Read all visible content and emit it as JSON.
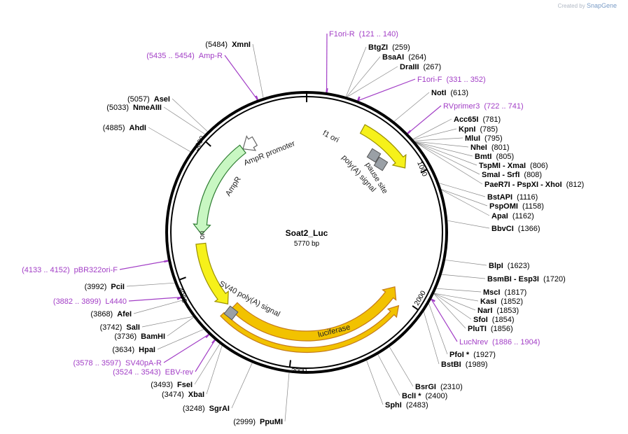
{
  "credit": {
    "prefix": "Created by",
    "brand": "SnapGene"
  },
  "plasmid": {
    "name": "Soat2_Luc",
    "size_label": "5770 bp",
    "total_bp": 5770
  },
  "colors": {
    "backbone": "#000000",
    "yellow": "#f6f11a",
    "green_light": "#c8f7c2",
    "green_edge": "#2e7d32",
    "orange": "#f2c200",
    "orange_edge": "#c47a1a",
    "terminator": "#9aa0a6",
    "primer": "#a23ec6",
    "leader": "#888888",
    "site_text": "#000000"
  },
  "ticks": [
    {
      "bp": 1000,
      "label": "1000"
    },
    {
      "bp": 2000,
      "label": "2000"
    },
    {
      "bp": 3000,
      "label": "3000"
    },
    {
      "bp": 4000,
      "label": "4000"
    },
    {
      "bp": 5000,
      "label": "5000"
    }
  ],
  "features": [
    {
      "id": "f1-ori",
      "label": "f1 ori",
      "start": 455,
      "end": 910,
      "ring": "outer",
      "color": "yellow",
      "direction": "cw"
    },
    {
      "id": "amp-promoter",
      "label": "AmpR promoter",
      "start": 5172,
      "end": 5295,
      "ring": "inner",
      "color": "white",
      "direction": "ccw"
    },
    {
      "id": "ampr",
      "label": "AmpR",
      "start": 4310,
      "end": 5170,
      "ring": "inner",
      "color": "green",
      "direction": "ccw"
    },
    {
      "id": "ori",
      "label": "ori",
      "start": 3650,
      "end": 4230,
      "ring": "inner",
      "color": "yellow",
      "direction": "ccw"
    },
    {
      "id": "luciferase",
      "label": "luciferase",
      "start": 1950,
      "end": 3600,
      "ring": "inner",
      "color": "orange",
      "direction": "ccw"
    },
    {
      "id": "lucnrev-arrow",
      "label": "",
      "start": 2060,
      "end": 3620,
      "ring": "outer",
      "color": "orange",
      "direction": "ccw"
    }
  ],
  "terminators": [
    {
      "id": "pause-site",
      "label": "pause site",
      "bp": 1100
    },
    {
      "id": "poly-a",
      "label": "poly(A) signal",
      "bp": 1250
    },
    {
      "id": "sv40-poly-a",
      "label": "SV40 poly(A) signal",
      "bp": 3450
    }
  ],
  "sites": [
    {
      "name": "XmnI",
      "pos": "(5484)",
      "primer": false,
      "bp": 5484
    },
    {
      "name": "Amp-R",
      "pos": "(5435 .. 5454)",
      "primer": true,
      "bp": 5444
    },
    {
      "name": "F1ori-R",
      "pos": "(121 .. 140)",
      "primer": true,
      "bp": 130
    },
    {
      "name": "BtgZI",
      "pos": "(259)",
      "primer": false,
      "bp": 259
    },
    {
      "name": "BsaAI",
      "pos": "(264)",
      "primer": false,
      "bp": 264
    },
    {
      "name": "DraIII",
      "pos": "(267)",
      "primer": false,
      "bp": 267
    },
    {
      "name": "F1ori-F",
      "pos": "(331 .. 352)",
      "primer": true,
      "bp": 341
    },
    {
      "name": "NotI",
      "pos": "(613)",
      "primer": false,
      "bp": 613
    },
    {
      "name": "RVprimer3",
      "pos": "(722 .. 741)",
      "primer": true,
      "bp": 731
    },
    {
      "name": "Acc65I",
      "pos": "(781)",
      "primer": false,
      "bp": 781
    },
    {
      "name": "KpnI",
      "pos": "(785)",
      "primer": false,
      "bp": 785
    },
    {
      "name": "MluI",
      "pos": "(795)",
      "primer": false,
      "bp": 795
    },
    {
      "name": "NheI",
      "pos": "(801)",
      "primer": false,
      "bp": 801
    },
    {
      "name": "BmtI",
      "pos": "(805)",
      "primer": false,
      "bp": 805
    },
    {
      "name": "TspMI - XmaI",
      "pos": "(806)",
      "primer": false,
      "bp": 806
    },
    {
      "name": "SmaI - SrfI",
      "pos": "(808)",
      "primer": false,
      "bp": 808
    },
    {
      "name": "PaeR7I - PspXI - XhoI",
      "pos": "(812)",
      "primer": false,
      "bp": 812
    },
    {
      "name": "BstAPI",
      "pos": "(1116)",
      "primer": false,
      "bp": 1116
    },
    {
      "name": "PspOMI",
      "pos": "(1158)",
      "primer": false,
      "bp": 1158
    },
    {
      "name": "ApaI",
      "pos": "(1162)",
      "primer": false,
      "bp": 1162
    },
    {
      "name": "BbvCI",
      "pos": "(1366)",
      "primer": false,
      "bp": 1366
    },
    {
      "name": "BlpI",
      "pos": "(1623)",
      "primer": false,
      "bp": 1623
    },
    {
      "name": "BsmBI - Esp3I",
      "pos": "(1720)",
      "primer": false,
      "bp": 1720
    },
    {
      "name": "MscI",
      "pos": "(1817)",
      "primer": false,
      "bp": 1817
    },
    {
      "name": "KasI",
      "pos": "(1852)",
      "primer": false,
      "bp": 1852
    },
    {
      "name": "NarI",
      "pos": "(1853)",
      "primer": false,
      "bp": 1853
    },
    {
      "name": "SfoI",
      "pos": "(1854)",
      "primer": false,
      "bp": 1854
    },
    {
      "name": "PluTI",
      "pos": "(1856)",
      "primer": false,
      "bp": 1856
    },
    {
      "name": "LucNrev",
      "pos": "(1886 .. 1904)",
      "primer": true,
      "bp": 1895
    },
    {
      "name": "PfoI *",
      "pos": "(1927)",
      "primer": false,
      "bp": 1927
    },
    {
      "name": "BstBI",
      "pos": "(1989)",
      "primer": false,
      "bp": 1989
    },
    {
      "name": "BsrGI",
      "pos": "(2310)",
      "primer": false,
      "bp": 2310
    },
    {
      "name": "BclI *",
      "pos": "(2400)",
      "primer": false,
      "bp": 2400
    },
    {
      "name": "SphI",
      "pos": "(2483)",
      "primer": false,
      "bp": 2483
    },
    {
      "name": "PpuMI",
      "pos": "(2999)",
      "primer": false,
      "bp": 2999
    },
    {
      "name": "SgrAI",
      "pos": "(3248)",
      "primer": false,
      "bp": 3248
    },
    {
      "name": "XbaI",
      "pos": "(3474)",
      "primer": false,
      "bp": 3474
    },
    {
      "name": "FseI",
      "pos": "(3493)",
      "primer": false,
      "bp": 3493
    },
    {
      "name": "EBV-rev",
      "pos": "(3524 .. 3543)",
      "primer": true,
      "bp": 3533
    },
    {
      "name": "SV40pA-R",
      "pos": "(3578 .. 3597)",
      "primer": true,
      "bp": 3587
    },
    {
      "name": "HpaI",
      "pos": "(3634)",
      "primer": false,
      "bp": 3634
    },
    {
      "name": "BamHI",
      "pos": "(3736)",
      "primer": false,
      "bp": 3736
    },
    {
      "name": "SalI",
      "pos": "(3742)",
      "primer": false,
      "bp": 3742
    },
    {
      "name": "AfeI",
      "pos": "(3868)",
      "primer": false,
      "bp": 3868
    },
    {
      "name": "L4440",
      "pos": "(3882 .. 3899)",
      "primer": true,
      "bp": 3890
    },
    {
      "name": "PciI",
      "pos": "(3992)",
      "primer": false,
      "bp": 3992
    },
    {
      "name": "pBR322ori-F",
      "pos": "(4133 .. 4152)",
      "primer": true,
      "bp": 4142
    },
    {
      "name": "AhdI",
      "pos": "(4885)",
      "primer": false,
      "bp": 4885
    },
    {
      "name": "NmeAIII",
      "pos": "(5033)",
      "primer": false,
      "bp": 5033
    },
    {
      "name": "AseI",
      "pos": "(5057)",
      "primer": false,
      "bp": 5057
    }
  ]
}
